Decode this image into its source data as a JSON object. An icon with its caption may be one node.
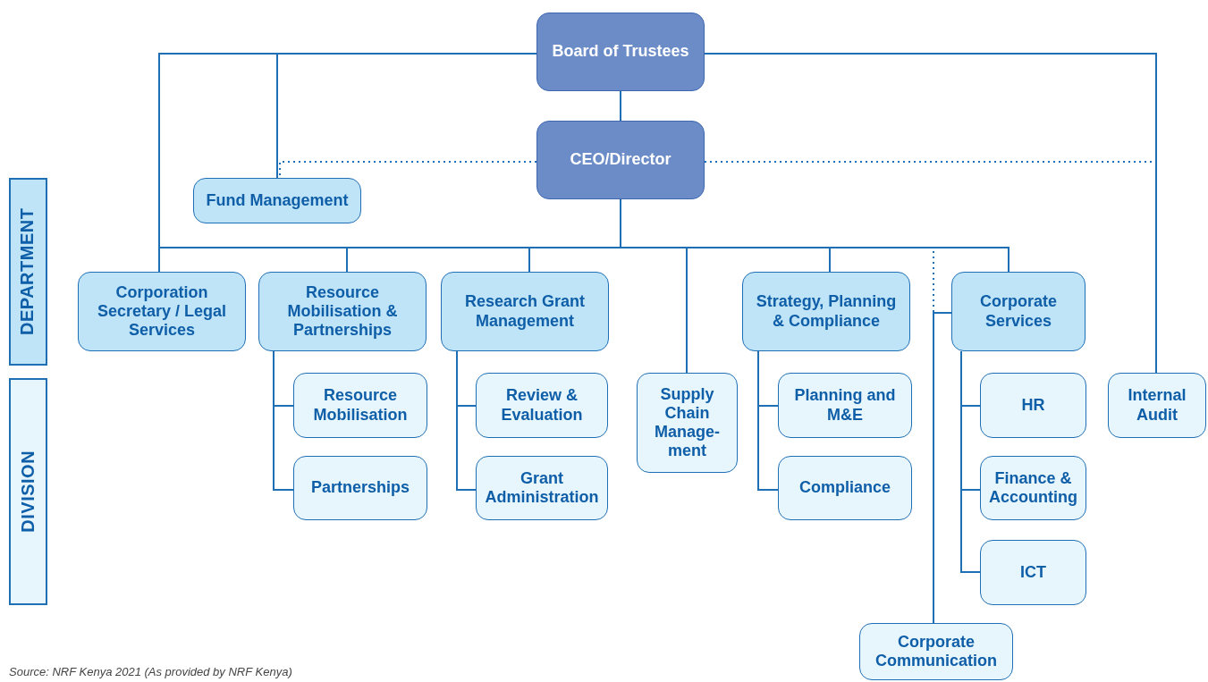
{
  "diagram": {
    "caption": "Source: NRF Kenya 2021 (As provided by NRF Kenya)",
    "nodes": [
      {
        "text": [
          "Board of Trustees"
        ]
      },
      {
        "text": [
          "CEO/Director"
        ]
      },
      {
        "text": [
          "Fund Management"
        ]
      },
      {
        "text": [
          "Corporation Secretary / Legal Services"
        ]
      },
      {
        "text": [
          "Resource Mobilisation & Partnerships"
        ]
      },
      {
        "text": [
          "Research Grant Management"
        ]
      },
      {
        "text": [
          "Supply Chain Manage-ment"
        ]
      },
      {
        "text": [
          "Strategy, Planning & Compliance"
        ]
      },
      {
        "text": [
          "Corporate Services"
        ]
      },
      {
        "text": [
          "Internal Audit"
        ]
      },
      {
        "text": [
          "Resource Mobilisation"
        ]
      },
      {
        "text": [
          "Partnerships"
        ]
      },
      {
        "text": [
          "Review & Evaluation"
        ]
      },
      {
        "text": [
          "Grant Administration"
        ]
      },
      {
        "text": [
          "Planning and M&E"
        ]
      },
      {
        "text": [
          "Compliance"
        ]
      },
      {
        "text": [
          "HR"
        ]
      },
      {
        "text": [
          "Finance & Accounting"
        ]
      },
      {
        "text": [
          "ICT"
        ]
      },
      {
        "text": [
          "Corporate Communication"
        ]
      },
      {
        "text": [
          "DEPARTMENT"
        ]
      },
      {
        "text": [
          "DIVISION"
        ]
      }
    ],
    "edges": [
      {
        "from": 0,
        "to": 1,
        "arrow": "none"
      },
      {
        "from": 0,
        "to": 3,
        "arrow": "none"
      },
      {
        "from": 0,
        "to": 2,
        "arrow": "none"
      },
      {
        "from": 0,
        "to": 9,
        "arrow": "none"
      },
      {
        "from": 1,
        "to": 2,
        "arrow": "none",
        "style": "dashed"
      },
      {
        "from": 1,
        "to": 9,
        "arrow": "none",
        "style": "dashed"
      },
      {
        "from": 1,
        "to": 3,
        "arrow": "none"
      },
      {
        "from": 1,
        "to": 4,
        "arrow": "none"
      },
      {
        "from": 1,
        "to": 5,
        "arrow": "none"
      },
      {
        "from": 1,
        "to": 6,
        "arrow": "none"
      },
      {
        "from": 1,
        "to": 7,
        "arrow": "none"
      },
      {
        "from": 1,
        "to": 8,
        "arrow": "none"
      },
      {
        "from": 1,
        "to": 19,
        "arrow": "none",
        "style": "dashed"
      },
      {
        "from": 8,
        "to": 19,
        "arrow": "none"
      },
      {
        "from": 4,
        "to": 10,
        "arrow": "none"
      },
      {
        "from": 4,
        "to": 11,
        "arrow": "none"
      },
      {
        "from": 5,
        "to": 12,
        "arrow": "none"
      },
      {
        "from": 5,
        "to": 13,
        "arrow": "none"
      },
      {
        "from": 7,
        "to": 14,
        "arrow": "none"
      },
      {
        "from": 7,
        "to": 15,
        "arrow": "none"
      },
      {
        "from": 8,
        "to": 16,
        "arrow": "none"
      },
      {
        "from": 8,
        "to": 17,
        "arrow": "none"
      },
      {
        "from": 8,
        "to": 18,
        "arrow": "none"
      }
    ]
  }
}
